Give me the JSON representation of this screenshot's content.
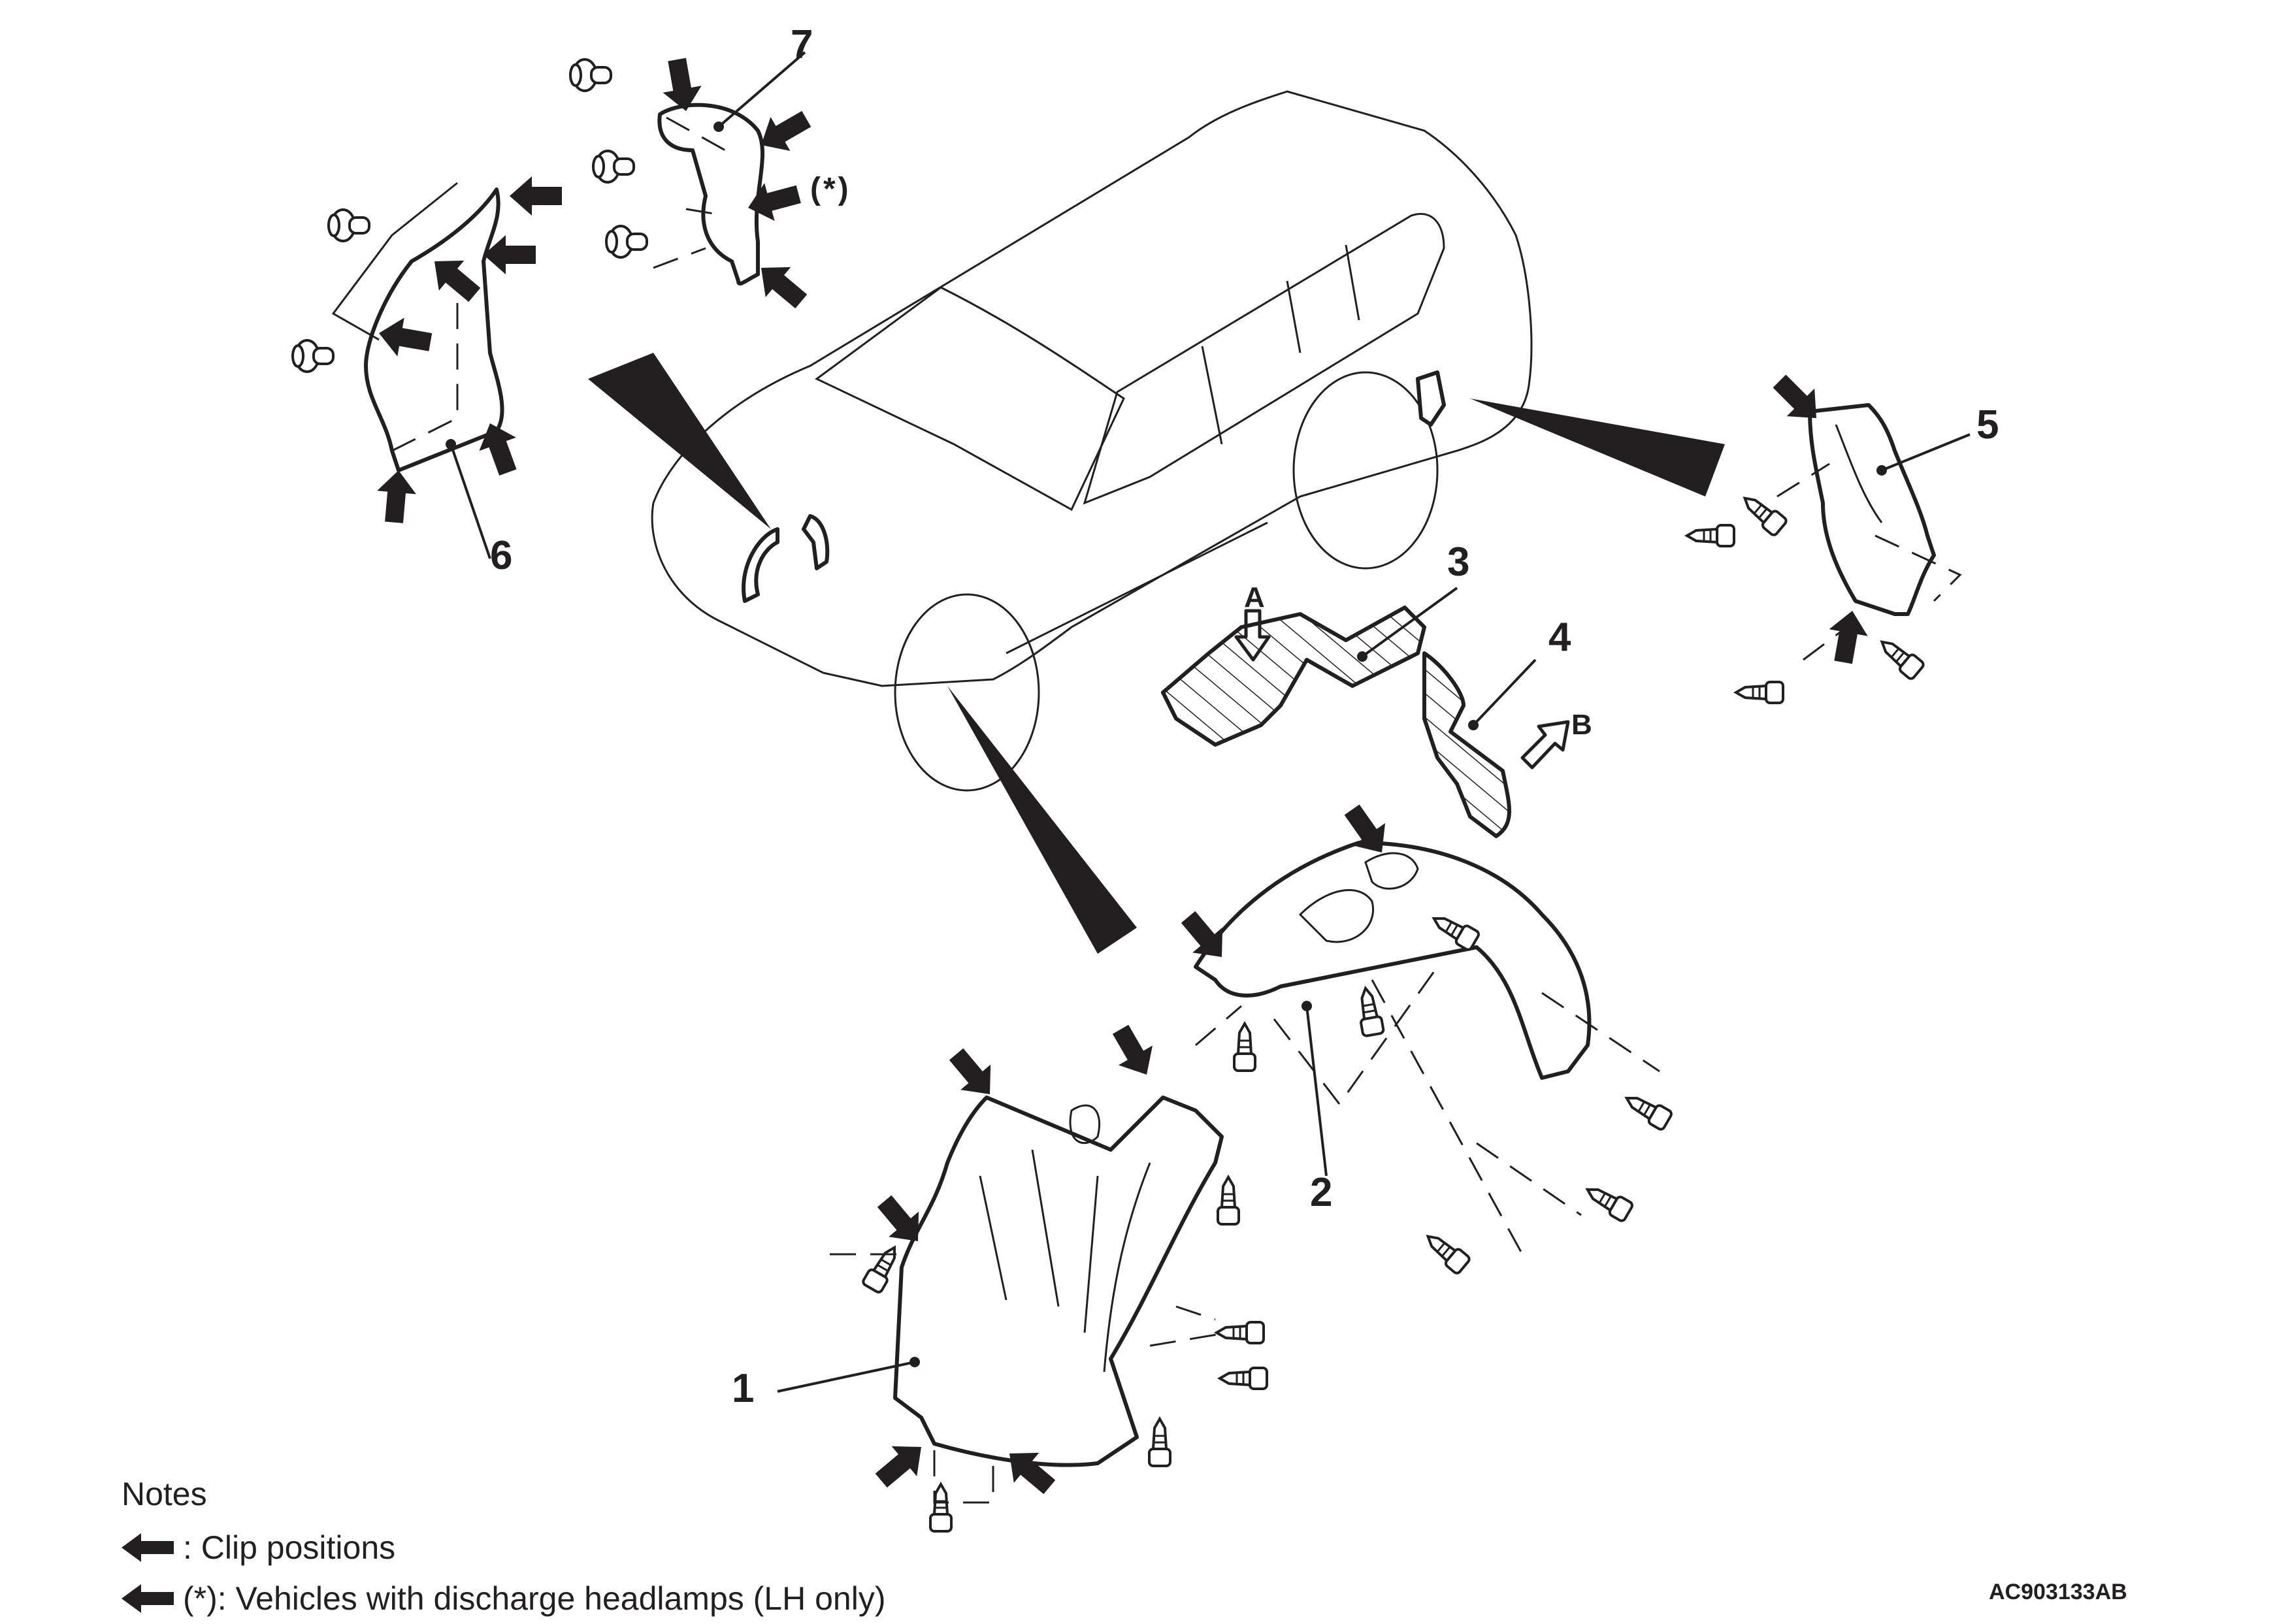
{
  "diagram": {
    "title": "Front and rear fender splash shields — exploded view",
    "figure_id": "AC903133AB",
    "part_callouts": [
      {
        "number": "1",
        "part": "front-splash-shield-lower"
      },
      {
        "number": "2",
        "part": "front-splash-shield-upper"
      },
      {
        "number": "3",
        "part": "hatched-cover-a"
      },
      {
        "number": "4",
        "part": "hatched-cover-b"
      },
      {
        "number": "5",
        "part": "rear-splash-shield"
      },
      {
        "number": "6",
        "part": "front-side-shield"
      },
      {
        "number": "7",
        "part": "headlamp-side-shield"
      }
    ],
    "view_letters": [
      "A",
      "B"
    ],
    "asterisk_marker": "(*)",
    "notes": {
      "title": "Notes",
      "items": [
        {
          "icon": "clip-arrow-icon",
          "text": ": Clip positions"
        },
        {
          "icon": "clip-arrow-icon",
          "text": "(*): Vehicles with discharge headlamps (LH only)"
        }
      ]
    },
    "colors": {
      "line": "#231f20",
      "background": "#ffffff"
    }
  }
}
